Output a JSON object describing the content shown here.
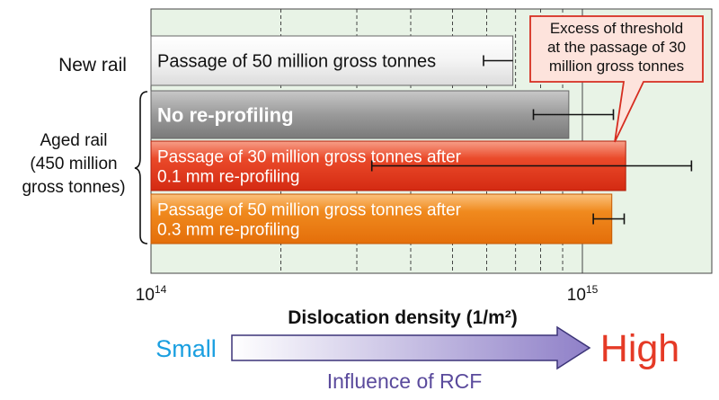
{
  "chart_data": {
    "type": "bar",
    "orientation": "horizontal",
    "xscale": "log",
    "xlim": [
      100000000000000.0,
      2000000000000000.0
    ],
    "grid": true,
    "xlabel": "Dislocation density (1/m²)",
    "xticks": [
      {
        "value": 100000000000000.0,
        "base": "10",
        "exp": "14"
      },
      {
        "value": 1000000000000000.0,
        "base": "10",
        "exp": "15"
      }
    ],
    "bars": [
      {
        "label_lines": [
          "Passage of 50 million gross tonnes"
        ],
        "value": 690000000000000.0,
        "err_low": 590000000000000.0,
        "err_high": 690000000000000.0,
        "color": "#eeeeee",
        "text_color": "#111111"
      },
      {
        "label_lines": [
          "No re-profiling"
        ],
        "value": 930000000000000.0,
        "err_low": 770000000000000.0,
        "err_high": 1180000000000000.0,
        "color": "#9a9a9a",
        "text_color": "#ffffff"
      },
      {
        "label_lines": [
          "Passage of 30 million gross tonnes after",
          "0.1 mm re-profiling"
        ],
        "value": 1260000000000000.0,
        "err_low": 325000000000000.0,
        "err_high": 1790000000000000.0,
        "color": "#e8391c",
        "text_color": "#ffffff"
      },
      {
        "label_lines": [
          "Passage of 50 million gross tonnes after",
          "0.3 mm re-profiling"
        ],
        "value": 1170000000000000.0,
        "err_low": 1060000000000000.0,
        "err_high": 1250000000000000.0,
        "color": "#ef7d12",
        "text_color": "#ffffff"
      }
    ],
    "group_labels": {
      "new": [
        "New rail"
      ],
      "aged": [
        "Aged rail",
        "(450 million",
        "gross tonnes)"
      ]
    },
    "callout": [
      "Excess of threshold",
      "at the passage of 30",
      "million gross tonnes"
    ],
    "arrow": {
      "left": "Small",
      "right": "High",
      "caption": "Influence of RCF"
    },
    "colors": {
      "plot_bg": "#e8f3e6",
      "small": "#1a9fe0",
      "high": "#e53a26",
      "caption": "#5a4a9c",
      "callout_border": "#d62d20",
      "callout_fill": "#fde3dc"
    }
  }
}
